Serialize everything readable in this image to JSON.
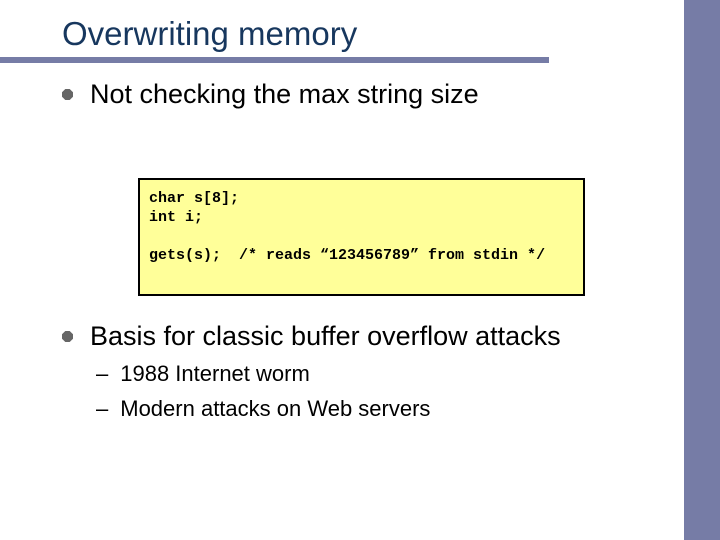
{
  "slide": {
    "title": "Overwriting memory",
    "bullets": {
      "first": {
        "label": "Not checking the max string size"
      },
      "second": {
        "label": "Basis for classic buffer overflow attacks"
      }
    },
    "sub_bullets": [
      {
        "marker": "–",
        "label": "1988 Internet worm"
      },
      {
        "marker": "–",
        "label": "Modern attacks on Web servers"
      }
    ],
    "code_box": {
      "lines": [
        "char s[8];",
        "int i;",
        "",
        "gets(s);  /* reads “123456789” from stdin */"
      ]
    },
    "colors": {
      "accent_bar": "#767CA6",
      "title_text": "#17375E",
      "code_background": "#FFFF99",
      "code_border": "#000000",
      "body_text": "#000000",
      "bullet_glyph": "#666666"
    }
  }
}
